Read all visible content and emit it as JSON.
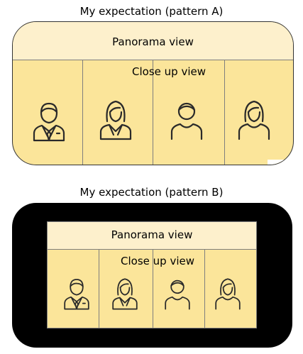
{
  "pattern_a": {
    "title": "My expectation (pattern A)",
    "panorama_label": "Panorama view",
    "closeup_label": "Close up view",
    "people": [
      {
        "icon": "man-suit-icon"
      },
      {
        "icon": "woman-suit-icon"
      },
      {
        "icon": "man-casual-icon"
      },
      {
        "icon": "woman-casual-icon"
      }
    ]
  },
  "pattern_b": {
    "title": "My expectation (pattern B)",
    "panorama_label": "Panorama view",
    "closeup_label": "Close up view",
    "people": [
      {
        "icon": "man-suit-icon"
      },
      {
        "icon": "woman-suit-icon"
      },
      {
        "icon": "man-casual-icon"
      },
      {
        "icon": "woman-casual-icon"
      }
    ]
  },
  "colors": {
    "frame_a": "#fbe59a",
    "panorama": "#fdf0cc",
    "frame_b_bezel": "#000000",
    "divider": "#7f7f7f"
  }
}
